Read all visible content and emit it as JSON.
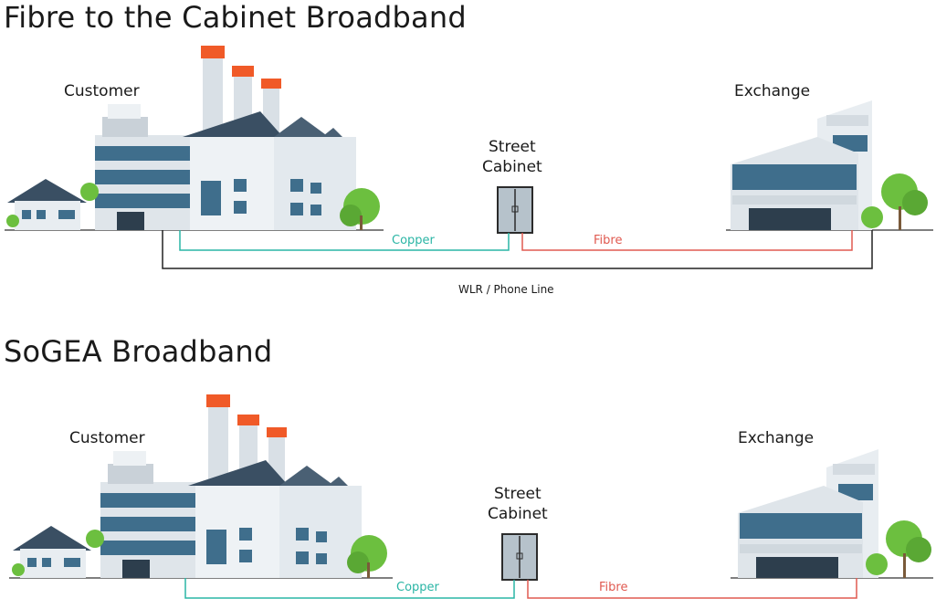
{
  "colors": {
    "copper": "#2ab5a5",
    "fibre": "#e05a50",
    "wlr": "#222222",
    "chimney_cap": "#f05a28",
    "tree": "#6cbf3f",
    "glass": "#3f6e8c"
  },
  "fttc": {
    "title": "Fibre to the Cabinet Broadband",
    "customer_label": "Customer",
    "exchange_label": "Exchange",
    "cabinet_label_line1": "Street",
    "cabinet_label_line2": "Cabinet",
    "copper_label": "Copper",
    "fibre_label": "Fibre",
    "wlr_label": "WLR / Phone Line"
  },
  "sogea": {
    "title": "SoGEA Broadband",
    "customer_label": "Customer",
    "exchange_label": "Exchange",
    "cabinet_label_line1": "Street",
    "cabinet_label_line2": "Cabinet",
    "copper_label": "Copper",
    "fibre_label": "Fibre"
  }
}
